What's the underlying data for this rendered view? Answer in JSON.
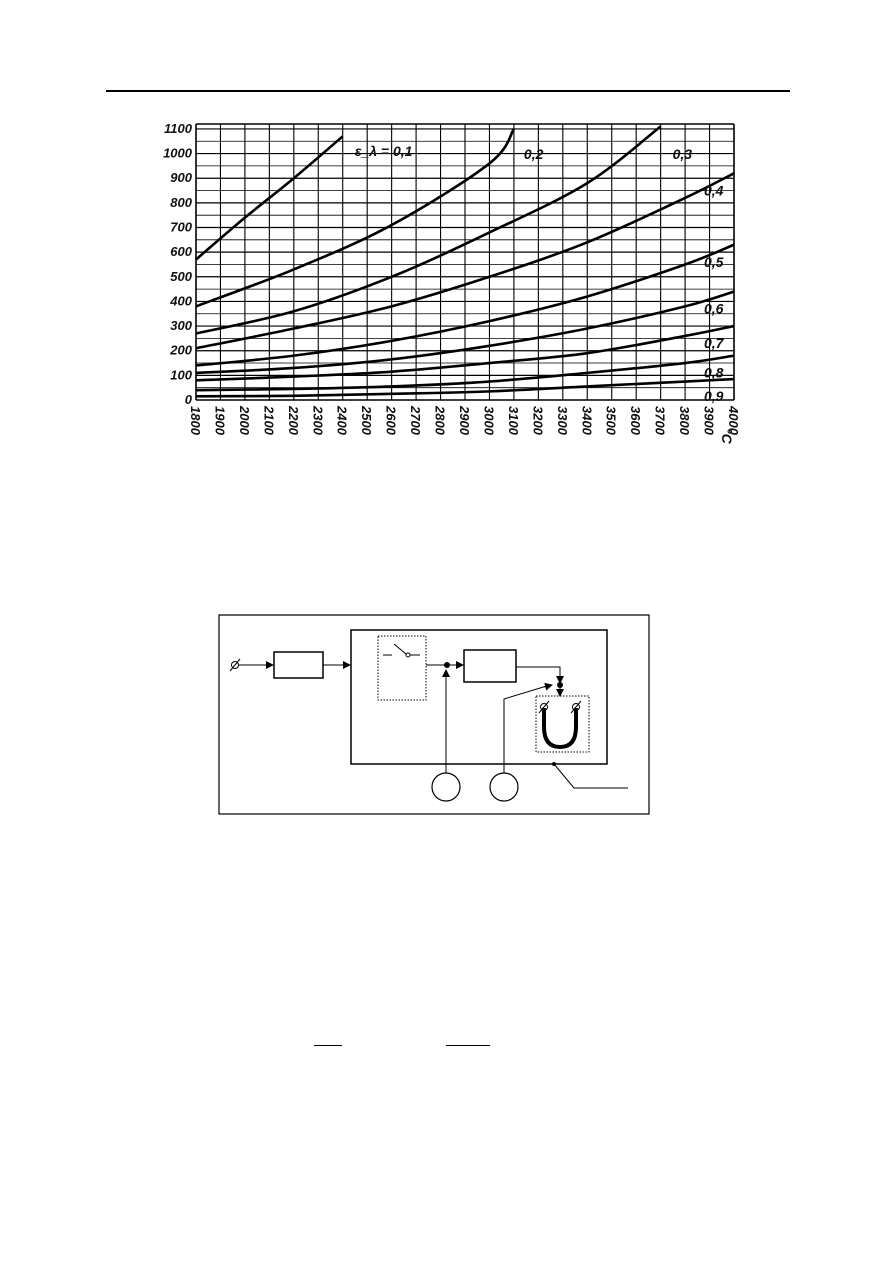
{
  "chart_data": {
    "type": "line",
    "x_unit": "°C",
    "y_tick_labels": [
      "0",
      "100",
      "200",
      "300",
      "400",
      "500",
      "600",
      "700",
      "800",
      "900",
      "1000",
      "1100"
    ],
    "x_tick_labels": [
      "1800",
      "1900",
      "2000",
      "2100",
      "2200",
      "2300",
      "2400",
      "2500",
      "2600",
      "2700",
      "2800",
      "2900",
      "3000",
      "3100",
      "3200",
      "3300",
      "3400",
      "3500",
      "3600",
      "3700",
      "3800",
      "3900",
      "4000"
    ],
    "xlim": [
      1800,
      4000
    ],
    "ylim": [
      0,
      1100
    ],
    "grid": true,
    "series": [
      {
        "name": "ε_λ = 0,1",
        "x": [
          1800,
          2000,
          2200,
          2400
        ],
        "y": [
          570,
          740,
          900,
          1070
        ]
      },
      {
        "name": "0,2",
        "x": [
          1800,
          2200,
          2600,
          3000,
          3100
        ],
        "y": [
          380,
          530,
          710,
          960,
          1100
        ]
      },
      {
        "name": "0,3",
        "x": [
          1800,
          2200,
          2600,
          3000,
          3400,
          3700
        ],
        "y": [
          270,
          360,
          500,
          680,
          880,
          1110
        ]
      },
      {
        "name": "0,4",
        "x": [
          1800,
          2200,
          2600,
          3000,
          3400,
          3800,
          4000
        ],
        "y": [
          210,
          290,
          380,
          500,
          640,
          820,
          920
        ]
      },
      {
        "name": "0,5",
        "x": [
          1800,
          2200,
          2600,
          3000,
          3400,
          3800,
          4000
        ],
        "y": [
          140,
          180,
          240,
          320,
          420,
          550,
          630
        ]
      },
      {
        "name": "0,6",
        "x": [
          1800,
          2200,
          2600,
          3000,
          3400,
          3800,
          4000
        ],
        "y": [
          110,
          130,
          165,
          220,
          290,
          380,
          440
        ]
      },
      {
        "name": "0,7",
        "x": [
          1800,
          2200,
          2600,
          3000,
          3400,
          3800,
          4000
        ],
        "y": [
          80,
          95,
          115,
          150,
          190,
          260,
          300
        ]
      },
      {
        "name": "0,8",
        "x": [
          1800,
          2200,
          2600,
          3000,
          3400,
          3800,
          4000
        ],
        "y": [
          40,
          45,
          55,
          75,
          110,
          150,
          180
        ]
      },
      {
        "name": "0,9",
        "x": [
          1800,
          2200,
          2600,
          3000,
          3400,
          3800,
          4000
        ],
        "y": [
          15,
          17,
          25,
          35,
          55,
          75,
          85
        ]
      }
    ]
  },
  "block_diagram": {
    "components": [
      "input-terminal",
      "block-1",
      "switch-block",
      "junction-node",
      "block-2",
      "thermocouple-block",
      "gauge-1",
      "gauge-2",
      "leader-line"
    ]
  },
  "icons": [
    "terminal-icon",
    "switch-icon",
    "thermocouple-icon"
  ]
}
